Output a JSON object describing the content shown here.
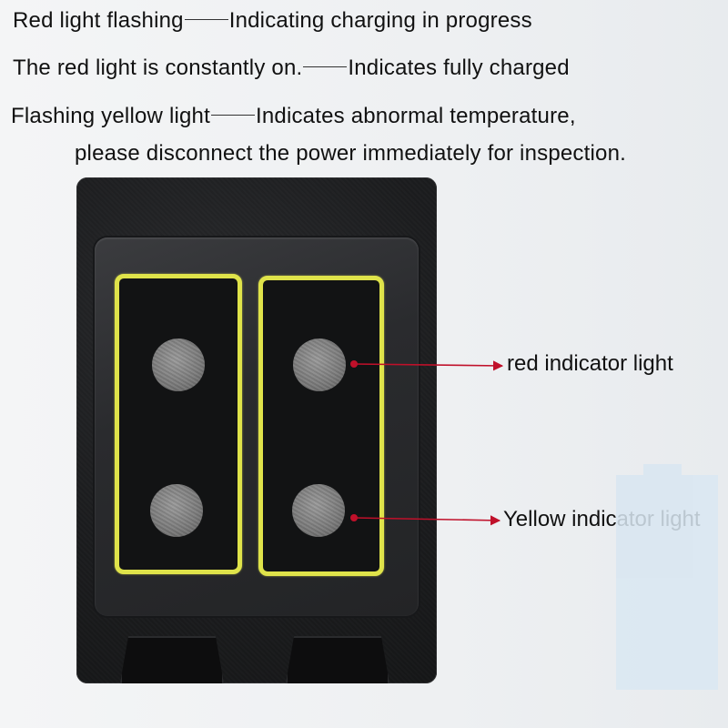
{
  "instructions": [
    {
      "state": "Red light flashing",
      "meaning": "Indicating charging in progress"
    },
    {
      "state": "The red light is constantly on.",
      "meaning": "Indicates fully charged"
    },
    {
      "state": "Flashing yellow light",
      "meaning": "Indicates abnormal temperature,",
      "continuation": "please disconnect the power immediately for inspection."
    }
  ],
  "callouts": {
    "red": "red indicator light",
    "yellow": "Yellow indicator light"
  },
  "colors": {
    "switch_outline": "#dfe34a",
    "arrow": "#c0102a",
    "device_body": "#1c1d1f",
    "background": "#eef0f2"
  }
}
